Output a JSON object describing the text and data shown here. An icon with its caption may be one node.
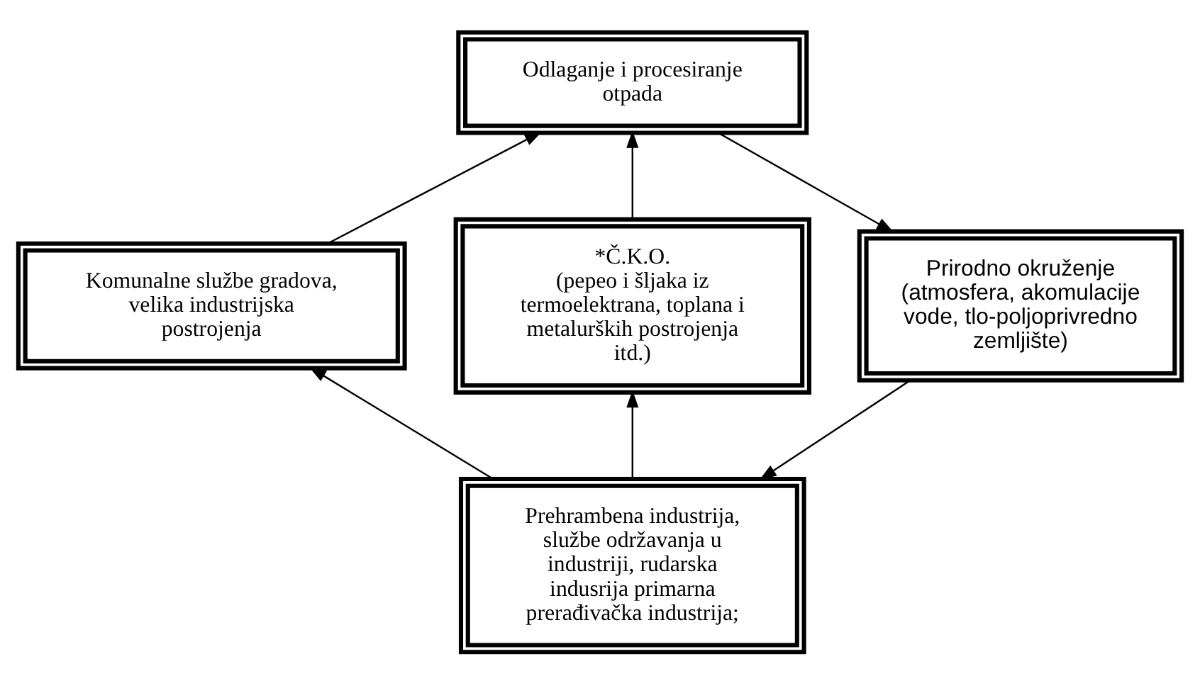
{
  "diagram": {
    "nodes": [
      {
        "text": [
          "Odlaganje i procesiranje otpada"
        ]
      },
      {
        "text": [
          "Komunalne službe gradova, velika industrijska postrojenja"
        ]
      },
      {
        "text": [
          "*Č.K.O.",
          "(pepeo i šljaka iz termoelektrana, toplana i metalurških postrojenja itd.)"
        ]
      },
      {
        "text": [
          "Prirodno okruženje (atmosfera, akomulacije vode, tlo-poljoprivredno zemljište)"
        ]
      },
      {
        "text": [
          "Prehrambena industrija, službe održavanja u industriji, rudarska indusrija primarna prerađivačka industrija;"
        ]
      }
    ],
    "edges": [
      {
        "from": 1,
        "to": 0,
        "arrow": "to"
      },
      {
        "from": 2,
        "to": 0,
        "arrow": "to"
      },
      {
        "from": 0,
        "to": 3,
        "arrow": "to"
      },
      {
        "from": 4,
        "to": 1,
        "arrow": "to"
      },
      {
        "from": 4,
        "to": 2,
        "arrow": "to"
      },
      {
        "from": 3,
        "to": 4,
        "arrow": "to"
      }
    ]
  }
}
